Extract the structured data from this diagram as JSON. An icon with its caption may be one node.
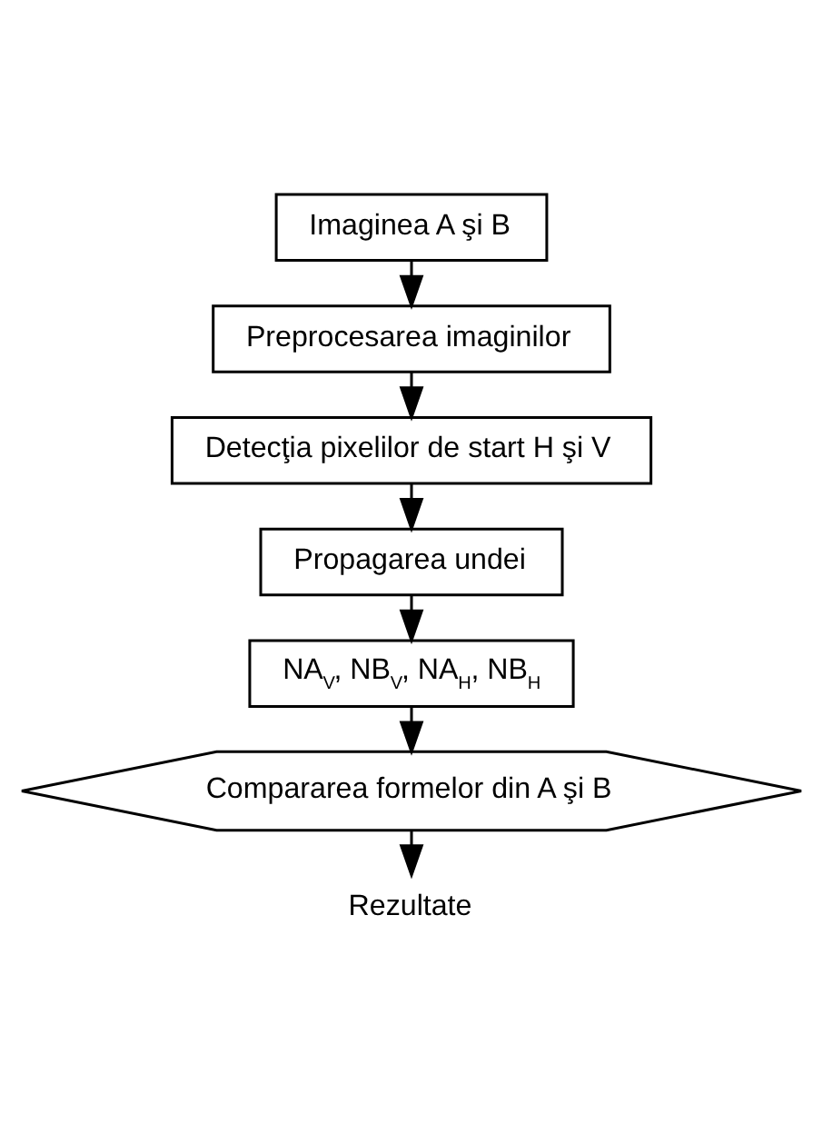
{
  "diagram": {
    "nodes": [
      {
        "text": [
          "Imaginea A şi B"
        ]
      },
      {
        "text": [
          "Preprocesarea imaginilor"
        ]
      },
      {
        "text": [
          "Detecţia pixelilor de start H şi V"
        ]
      },
      {
        "text": [
          "Propagarea undei"
        ]
      },
      {
        "text": [
          "NA$_{V}$, NB$_{V}$, NA$_{H}$, NB$_{H}$"
        ]
      },
      {
        "text": [
          "Compararea formelor din A şi B"
        ]
      },
      {
        "text": [
          "Rezultate"
        ]
      }
    ],
    "edges": [
      {
        "from": 0,
        "to": 1,
        "arrow": "to"
      },
      {
        "from": 1,
        "to": 2,
        "arrow": "to"
      },
      {
        "from": 2,
        "to": 3,
        "arrow": "to"
      },
      {
        "from": 3,
        "to": 4,
        "arrow": "to"
      },
      {
        "from": 4,
        "to": 5,
        "arrow": "to"
      },
      {
        "from": 5,
        "to": 6,
        "arrow": "to"
      }
    ]
  }
}
